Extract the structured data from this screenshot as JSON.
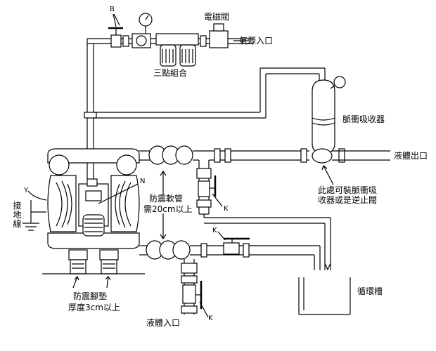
{
  "labels": {
    "solenoid_valve": "電磁閥",
    "air_inlet": "氣源入口",
    "frl_unit": "三點組合",
    "pulsation_dampener": "脈衝吸收器",
    "liquid_outlet": "液體出口",
    "dampener_note_line1": "此處可裝脈衝吸",
    "dampener_note_line2": "收器或是逆止閥",
    "hose_note_line1": "防震軟管",
    "hose_note_line2": "需20cm以上",
    "pad_note_line1": "防震腳墊",
    "pad_note_line2": "厚度3cm以上",
    "liquid_inlet": "液體入口",
    "circulation_tank": "循環槽",
    "grounding_wire": "接地線",
    "marker_b": "B",
    "marker_n": "N",
    "marker_y": "Y",
    "marker_k_upper": "K",
    "marker_k_middle": "K",
    "marker_k_lower": "K"
  }
}
